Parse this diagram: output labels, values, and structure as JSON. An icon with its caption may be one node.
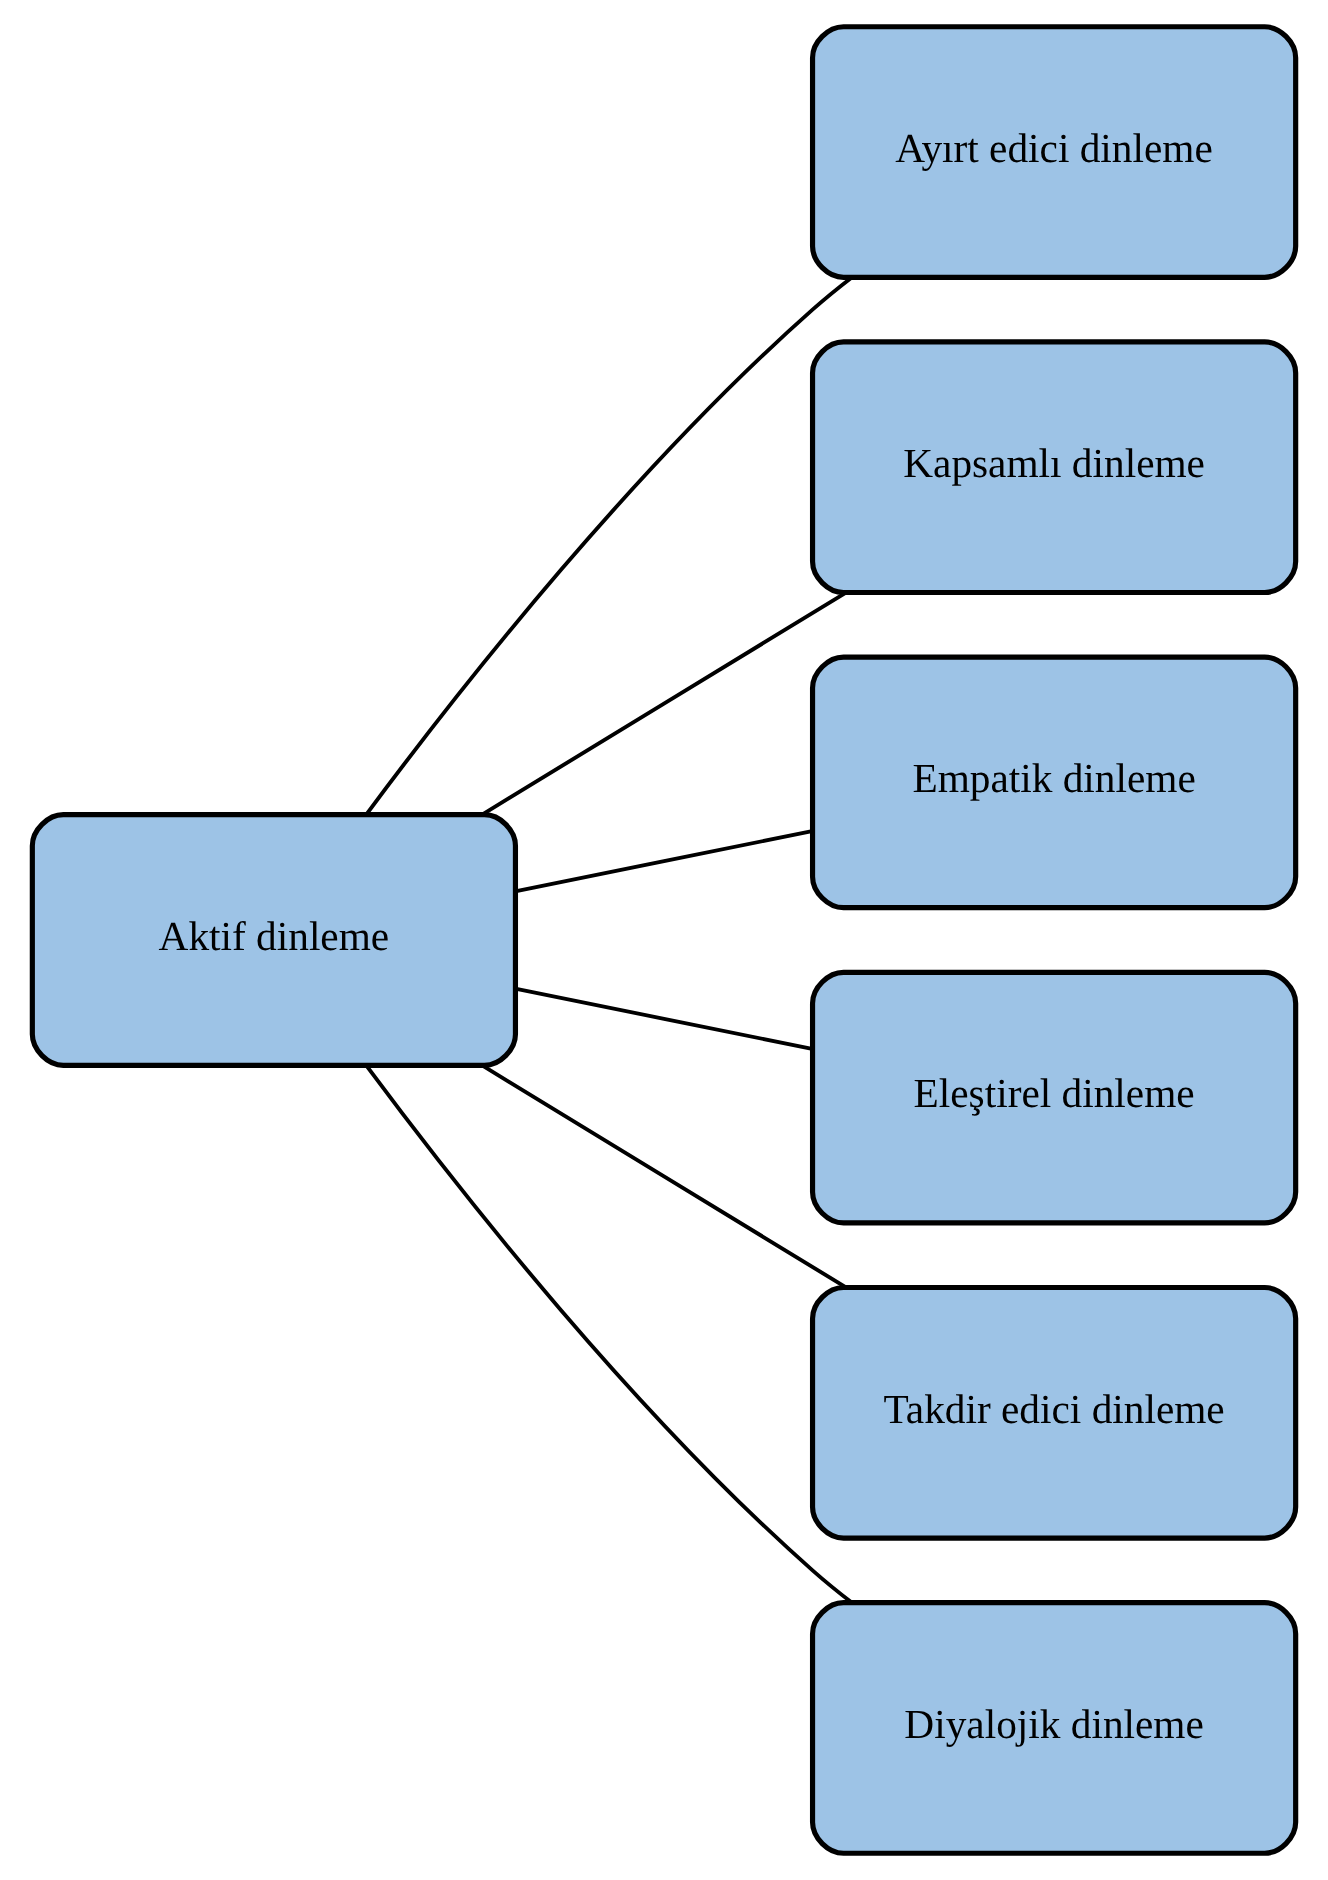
{
  "diagram": {
    "nodes": [
      {
        "text": [
          "Aktif dinleme"
        ]
      },
      {
        "text": [
          "Ayırt edici dinleme"
        ]
      },
      {
        "text": [
          "Kapsamlı dinleme"
        ]
      },
      {
        "text": [
          "Empatik dinleme"
        ]
      },
      {
        "text": [
          "Eleştirel dinleme"
        ]
      },
      {
        "text": [
          "Takdir edici dinleme"
        ]
      },
      {
        "text": [
          "Diyalojik dinleme"
        ]
      }
    ],
    "edges": [
      {
        "from": 0,
        "to": 1,
        "arrow": "none"
      },
      {
        "from": 0,
        "to": 2,
        "arrow": "none"
      },
      {
        "from": 0,
        "to": 3,
        "arrow": "none"
      },
      {
        "from": 0,
        "to": 4,
        "arrow": "none"
      },
      {
        "from": 0,
        "to": 5,
        "arrow": "none"
      },
      {
        "from": 0,
        "to": 6,
        "arrow": "none"
      }
    ]
  }
}
